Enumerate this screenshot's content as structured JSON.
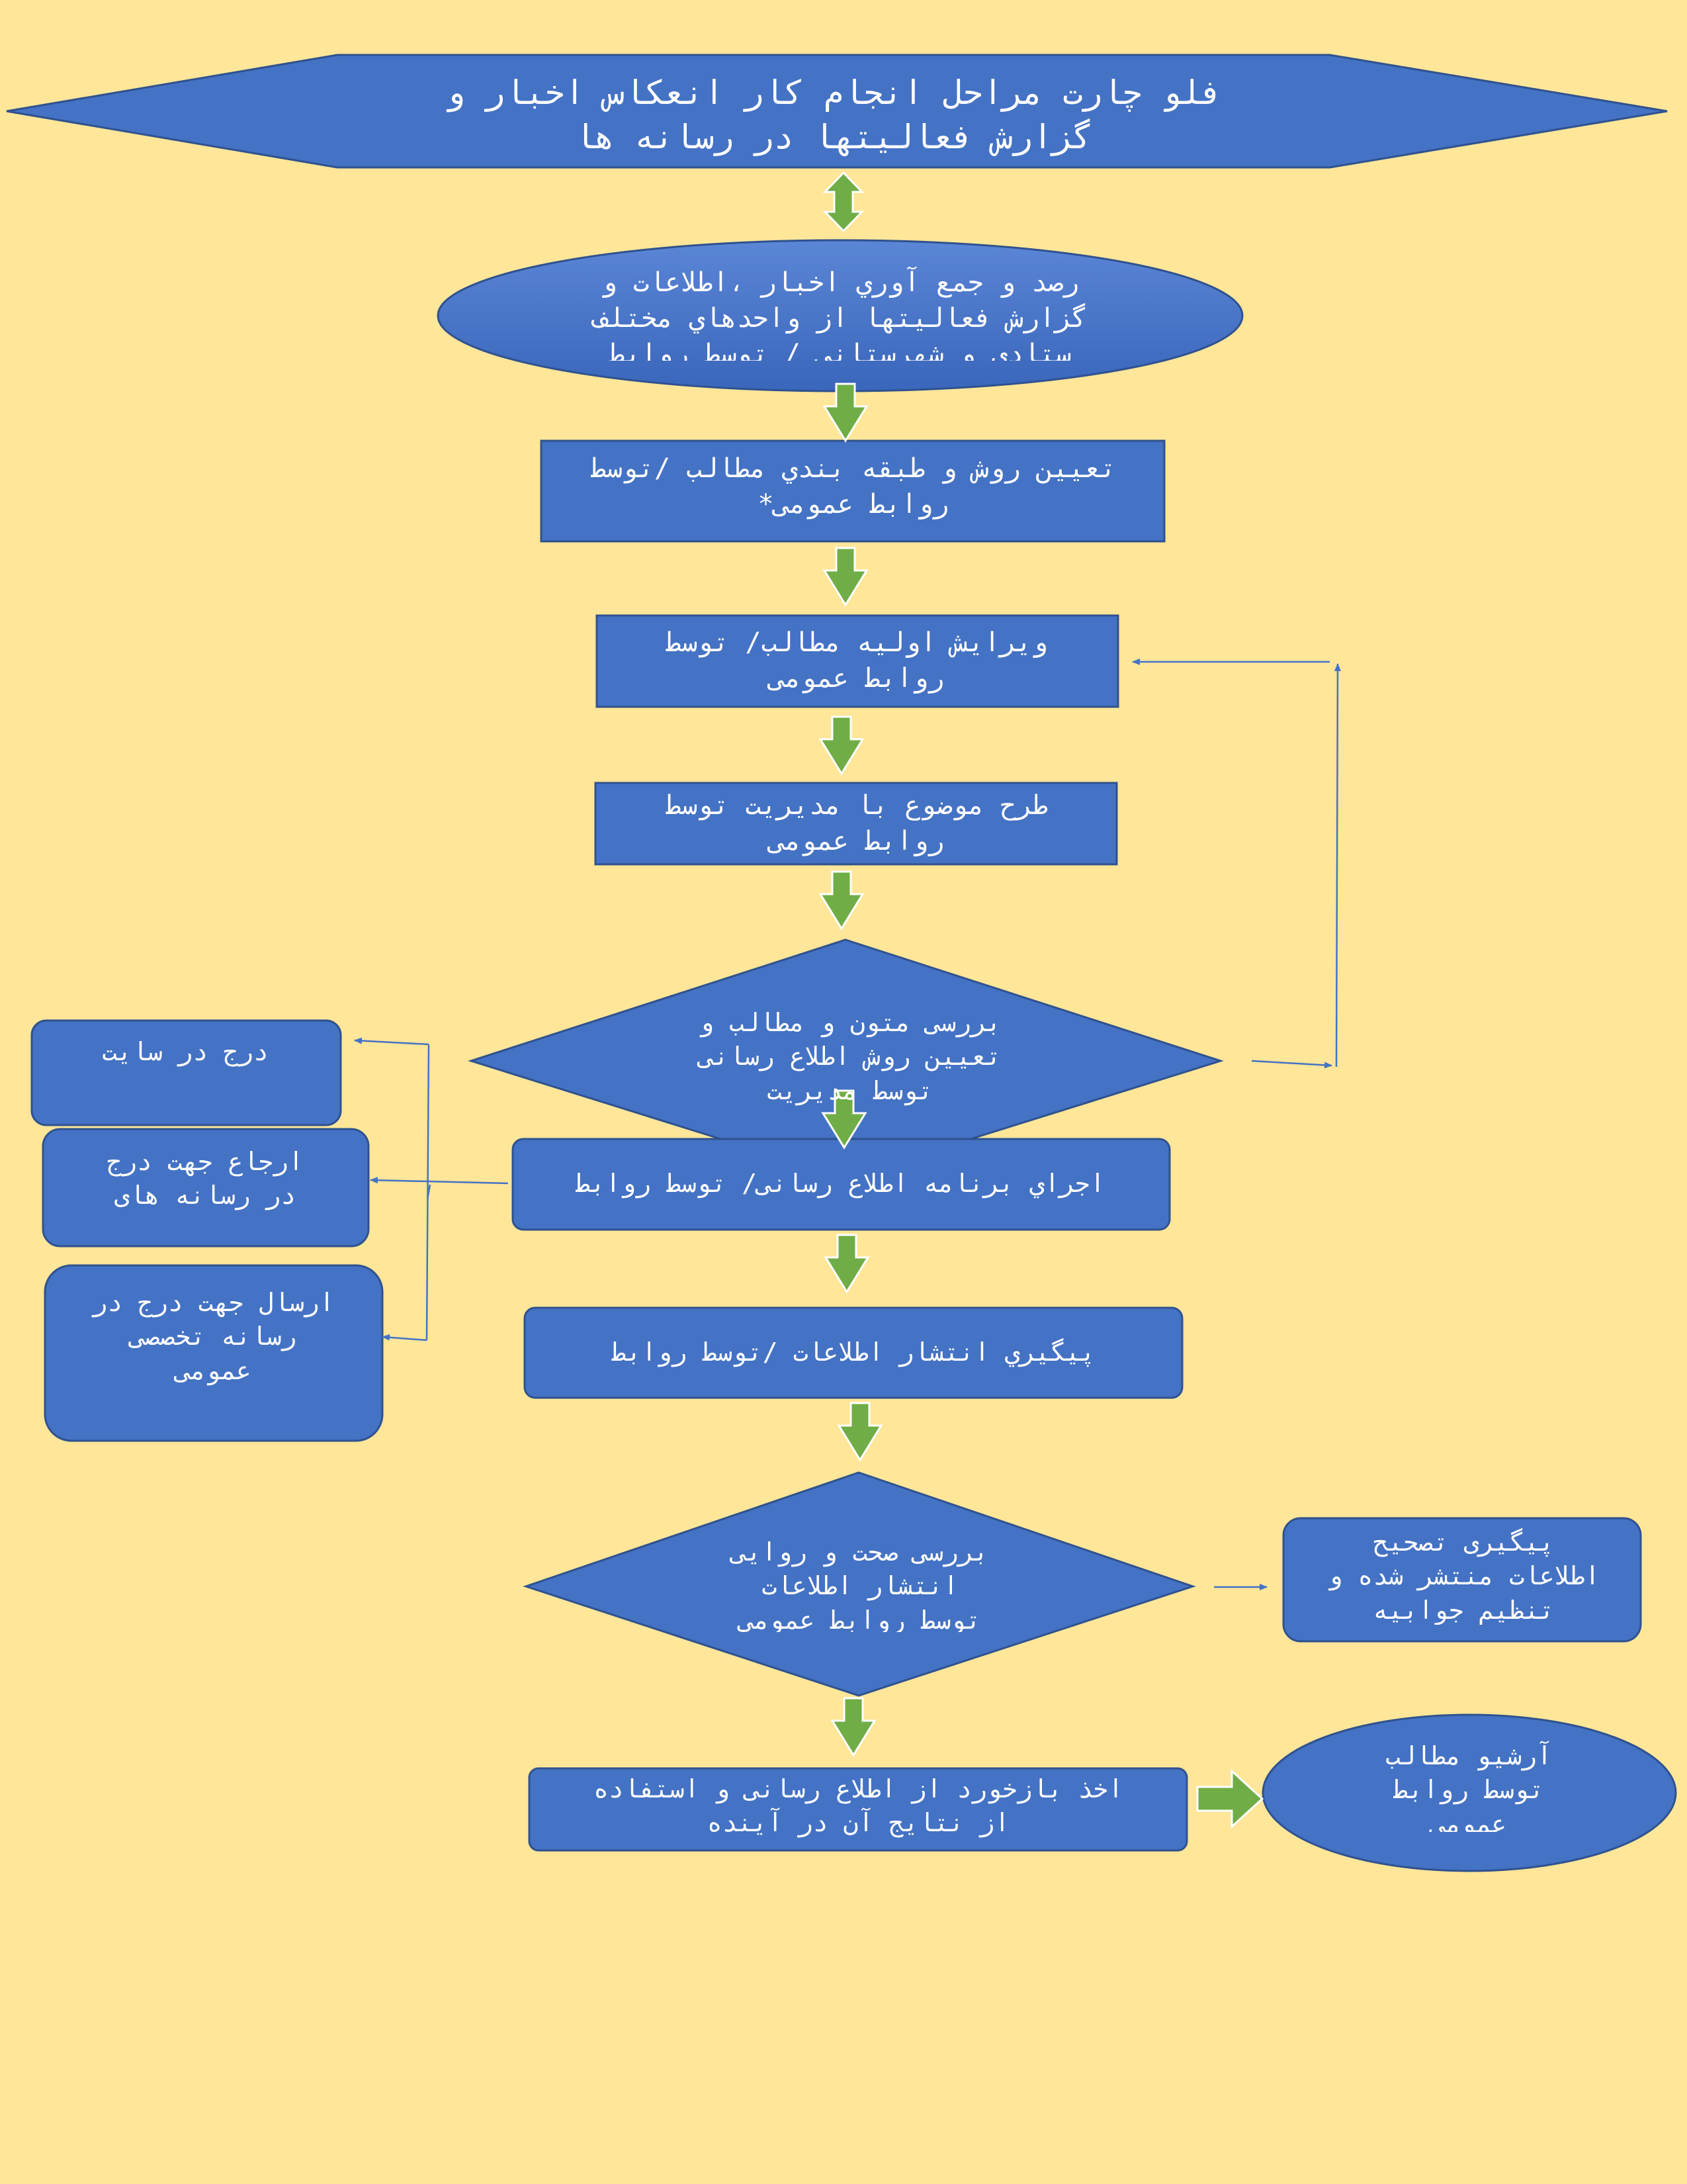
{
  "colors": {
    "background": "#ffe699",
    "shape_fill": "#4472c4",
    "shape_stroke": "#2f528f",
    "flow_arrow": "#70ad47",
    "flow_arrow_outline": "#ffffff",
    "connector": "#4472c4"
  },
  "nodes": {
    "title": "فلو چارت مراحل انجام کار انعکاس اخبار و\nگزارش فعالیتها در رسانه ها",
    "collect": "رصد و جمع آوري اخبار ،اطلاعات و\nگزارش فعاليتها از واحدهاي مختلف\nستادی و شهرستانی / توسط روابط",
    "classify": "تعيين روش و طبقه بندي مطالب /توسط\nروابط عمومی*",
    "edit": "ویرایش اولیه مطالب/ توسط\nروابط عمومی",
    "discuss": "طرح موضوع  با مدیریت توسط\nروابط عمومی",
    "review": "بررسی متون و مطالب و\nتعیین روش اطلاع رسانی\nتوسط مدیریت",
    "execute": "اجراي برنامه اطلاع رسانی/ توسط روابط",
    "follow_up": "پيگيري انتشار اطلاعات /توسط روابط",
    "verify": "بررسی صحت و روایی\nانتشار اطلاعات\nتوسط روابط عمومی",
    "feedback": "اخذ بازخورد از اطلاع رسانی و استفاده\nاز نتایج آن در آینده",
    "site": "درج در سایت",
    "refer": "ارجاع جهت  درج\nدر رسانه های",
    "send": "ارسال جهت درج در\nرسانه تخصصی\nعمومی",
    "correction": "پیگیری تصحیح\nاطلاعات منتشر شده و\nتنظیم جوابیه",
    "archive": "آرشیو مطالب\nتوسط روابط\nعمومی"
  }
}
